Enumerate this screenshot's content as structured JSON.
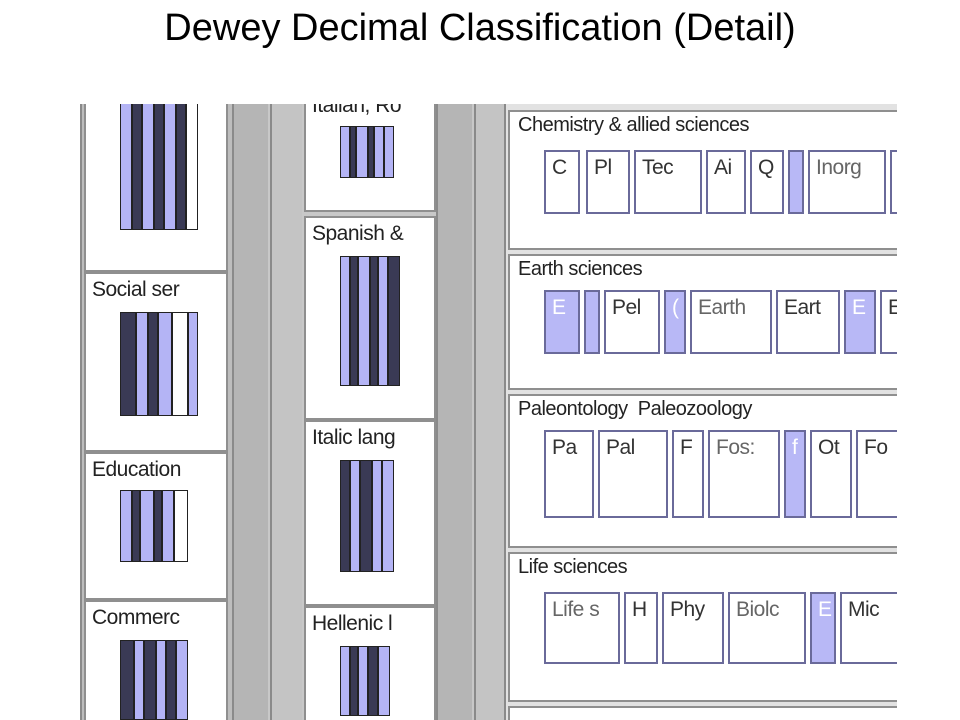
{
  "title": "Dewey Decimal Classification (Detail)",
  "left_nodes": [
    {
      "label": ""
    },
    {
      "label": "Social ser"
    },
    {
      "label": "Education"
    },
    {
      "label": "Commerc"
    }
  ],
  "middle_nodes": [
    {
      "label": "Italian, Ro"
    },
    {
      "label": "Spanish &"
    },
    {
      "label": "Italic lang"
    },
    {
      "label": "Hellenic l"
    }
  ],
  "subjects": [
    {
      "label": "Chemistry & allied sciences",
      "boxes": [
        "C",
        "Pl",
        "Tec",
        "Ai",
        "Q",
        "",
        "Inorg",
        ""
      ]
    },
    {
      "label": "Earth sciences",
      "boxes": [
        "E",
        "",
        "Pel",
        "(",
        "Earth",
        "Eart",
        "E",
        "E"
      ]
    },
    {
      "label": "Paleontology  Paleozoology",
      "boxes": [
        "Pa",
        "Pal",
        "F",
        "Fos:",
        "f",
        "Ot",
        "Fo"
      ]
    },
    {
      "label": "Life sciences",
      "boxes": [
        "Life s",
        "H",
        "Phy",
        "Biolc",
        "E",
        "Mic"
      ]
    }
  ]
}
